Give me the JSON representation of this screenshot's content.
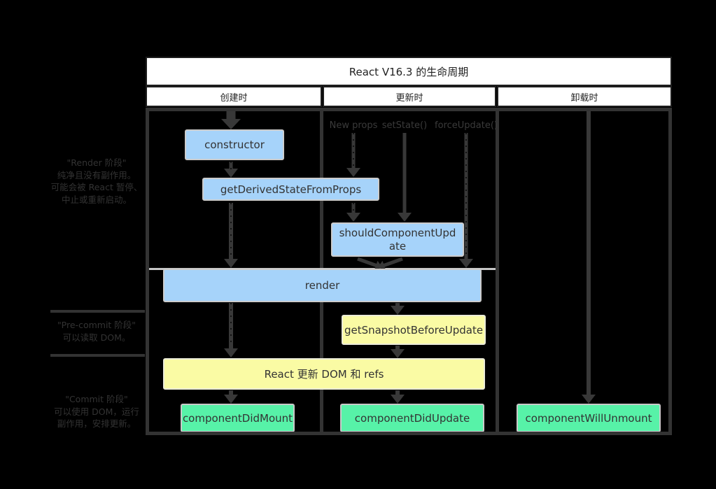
{
  "title": "React V16.3 的生命周期",
  "columns": {
    "mount": "创建时",
    "update": "更新时",
    "unmount": "卸载时"
  },
  "phases": {
    "render": {
      "title": "\"Render 阶段\"",
      "lines": [
        "纯净且没有副作用。",
        "可能会被 React 暂停、",
        "中止或重新启动。"
      ]
    },
    "precommit": {
      "title": "\"Pre-commit 阶段\"",
      "lines": [
        "可以读取 DOM。"
      ]
    },
    "commit": {
      "title": "\"Commit 阶段\"",
      "lines": [
        "可以使用 DOM，运行",
        "副作用，安排更新。"
      ]
    }
  },
  "triggers": {
    "new_props": "New props",
    "set_state": "setState()",
    "force_update": "forceUpdate()"
  },
  "boxes": {
    "constructor": "constructor",
    "get_derived_state_from_props": "getDerivedStateFromProps",
    "should_component_update": "shouldComponentUpdate",
    "render": "render",
    "get_snapshot_before_update": "getSnapshotBeforeUpdate",
    "react_updates_dom": "React 更新 DOM 和 refs",
    "component_did_mount": "componentDidMount",
    "component_did_update": "componentDidUpdate",
    "component_will_unmount": "componentWillUnmount"
  },
  "colors": {
    "background": "#000000",
    "panel": "#ffffff",
    "line": "#383838",
    "lifecycle_blue": "#a6d3fa",
    "side_effect_yellow": "#fafba4",
    "commit_green": "#57f2a8"
  }
}
